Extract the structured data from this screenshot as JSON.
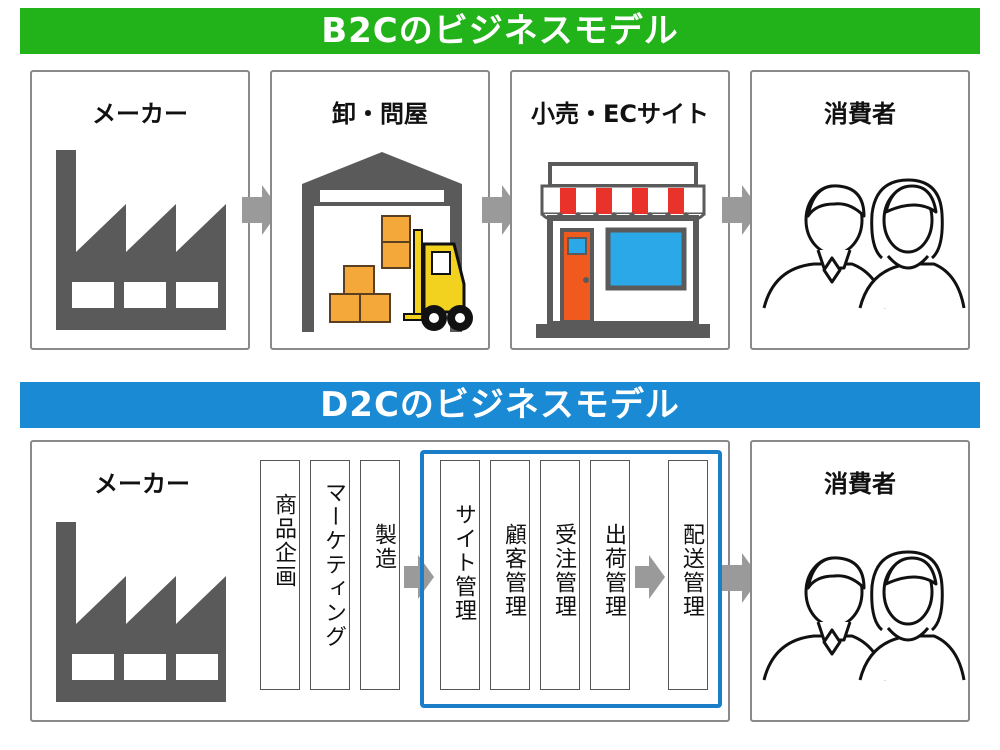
{
  "b2c": {
    "banner": "B2Cのビジネスモデル",
    "banner_color": "#22b21a",
    "stages": [
      {
        "label": "メーカー",
        "icon": "factory-icon"
      },
      {
        "label": "卸・問屋",
        "icon": "warehouse-forklift-icon"
      },
      {
        "label": "小売・ECサイト",
        "icon": "storefront-icon"
      },
      {
        "label": "消費者",
        "icon": "consumers-icon"
      }
    ]
  },
  "d2c": {
    "banner": "D2Cのビジネスモデル",
    "banner_color": "#1a8ad4",
    "maker_label": "メーカー",
    "consumer_label": "消費者",
    "steps": [
      {
        "label": "商品企画"
      },
      {
        "label": "マーケティング"
      },
      {
        "label": "製造"
      }
    ],
    "group_steps": [
      {
        "label": "サイト管理"
      },
      {
        "label": "顧客管理"
      },
      {
        "label": "受注管理"
      },
      {
        "label": "出荷管理"
      },
      {
        "label": "配送管理"
      }
    ]
  },
  "colors": {
    "panel_border": "#8a8a8a",
    "icon_gray": "#5a5a5a",
    "arrow_gray": "#9a9a9a",
    "group_border": "#1a7fc8",
    "awning_red": "#e8322a",
    "door_orange": "#f05a1e",
    "window_blue": "#2aa8e8",
    "forklift_yellow": "#f2d21e",
    "box_orange": "#f4a83a"
  }
}
